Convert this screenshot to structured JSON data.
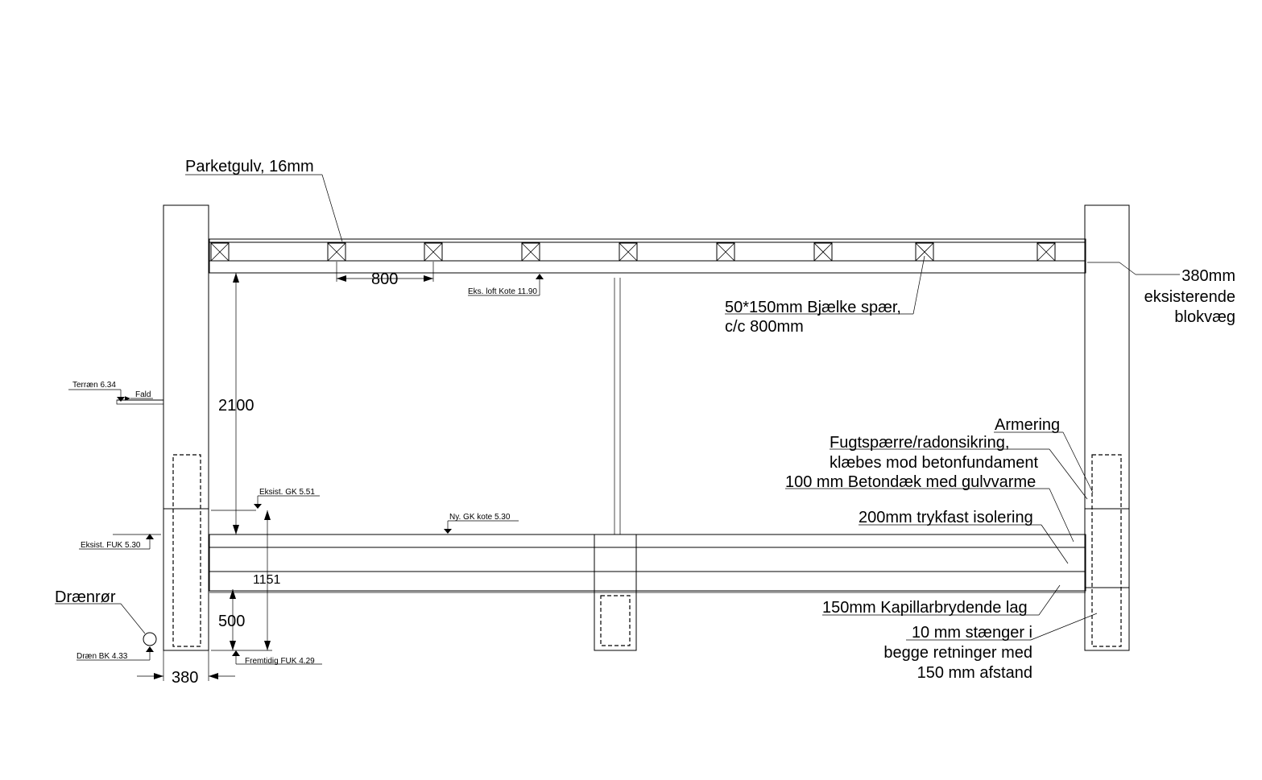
{
  "labels": {
    "parket": "Parketgulv, 16mm",
    "wall_line1": "380mm",
    "wall_line2": "eksisterende",
    "wall_line3": "blokvæg",
    "beam_line1": "50*150mm Bjælke spær,",
    "beam_line2": "c/c 800mm",
    "loft": "Eks. loft Kote 11.90",
    "terraen": "Terræn 6.34",
    "fald": "Fald",
    "armering": "Armering",
    "fugt_line1": "Fugtspærre/radonsikring,",
    "fugt_line2": "klæbes mod betonfundament",
    "betondaek": "100 mm Betondæk med gulvvarme",
    "isolering": "200mm trykfast isolering",
    "kapillar": "150mm Kapillarbrydende lag",
    "staenger_line1": "10 mm stænger i",
    "staenger_line2": "begge retninger med",
    "staenger_line3": "150 mm afstand",
    "eksist_gk": "Eksist. GK 5.51",
    "ny_gk": "Ny. GK kote  5.30",
    "eksist_fuk": "Eksist. FUK 5.30",
    "draenroer": "Drænrør",
    "draen_bk": "Dræn BK  4.33",
    "fremtidig_fuk": "Fremtidig FUK  4.29"
  },
  "dimensions": {
    "joist_spacing": "800",
    "height": "2100",
    "foundation_depth": "500",
    "wall_thickness": "380",
    "overlap_text": "1151"
  }
}
